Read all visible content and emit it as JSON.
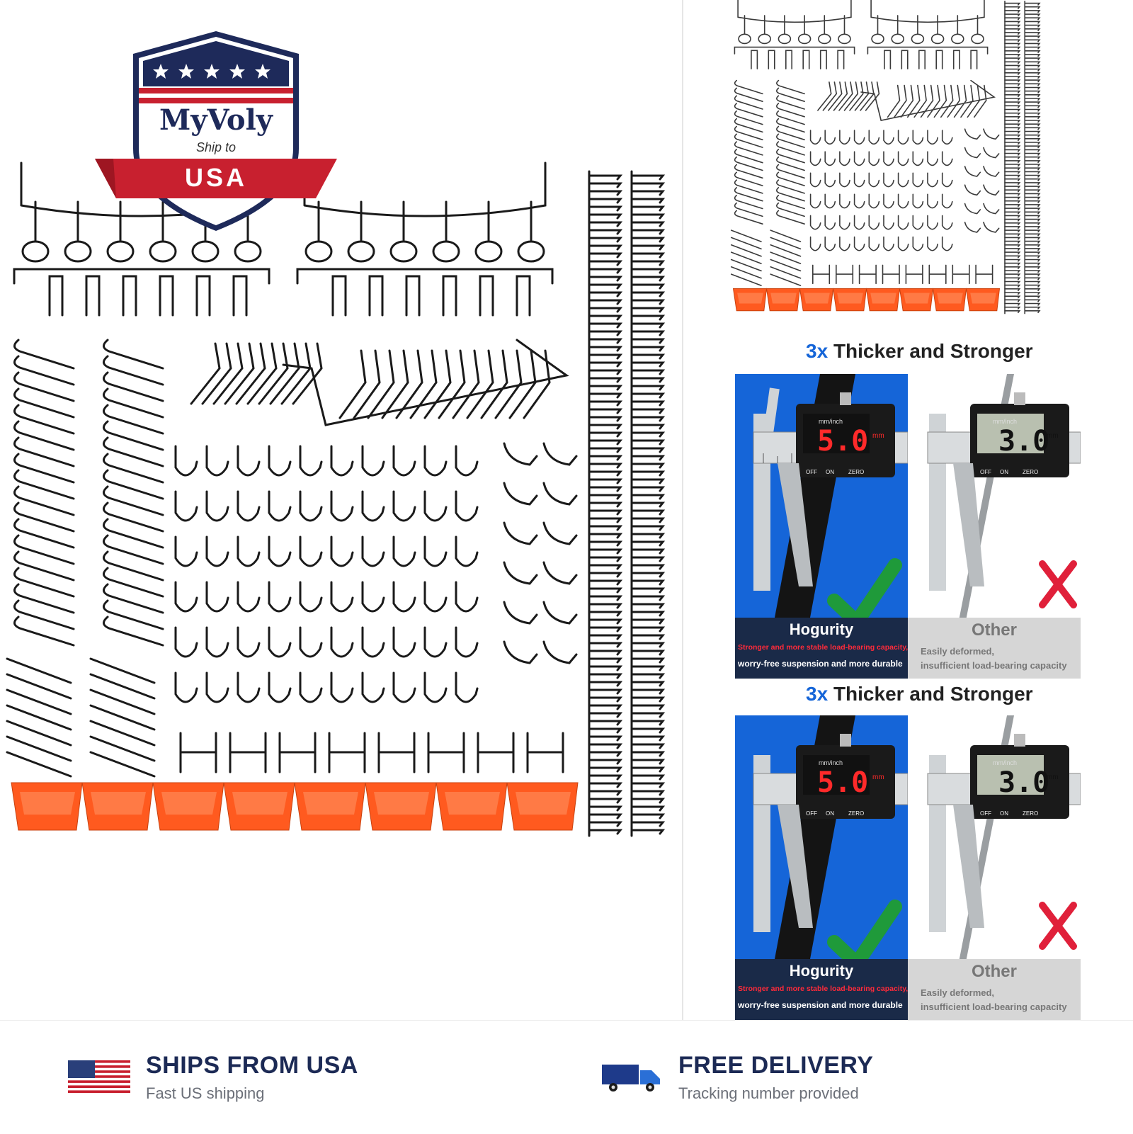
{
  "badge": {
    "brand": "MyVoly",
    "ship_to": "Ship to",
    "country": "USA",
    "colors": {
      "navy": "#1e2a5a",
      "red": "#c8202f",
      "white": "#ffffff"
    }
  },
  "right_panels": [
    {
      "heading_prefix": "3x",
      "heading": "Thicker and Stronger",
      "good": {
        "reading": "5.0",
        "unit": "mm",
        "brand": "Hogurity",
        "claim_red": "Stronger and more stable load-bearing capacity,",
        "claim_white": "worry-free suspension and more durable",
        "mark_icon": "check-icon"
      },
      "bad": {
        "reading": "3.0",
        "unit": "mm",
        "label": "Other",
        "line1": "Easily deformed,",
        "line2": "insufficient load-bearing capacity",
        "mark_icon": "cross-icon"
      }
    },
    {
      "heading_prefix": "3x",
      "heading": "Thicker and Stronger",
      "good": {
        "reading": "5.0",
        "unit": "mm",
        "brand": "Hogurity",
        "claim_red": "Stronger and more stable load-bearing capacity,",
        "claim_white": "worry-free suspension and more durable",
        "mark_icon": "check-icon"
      },
      "bad": {
        "reading": "3.0",
        "unit": "mm",
        "label": "Other",
        "line1": "Easily deformed,",
        "line2": "insufficient load-bearing capacity",
        "mark_icon": "cross-icon"
      }
    }
  ],
  "caliper_labels": {
    "units": "mm/inch",
    "off": "OFF",
    "on": "ON",
    "zero": "ZERO"
  },
  "footer": [
    {
      "icon": "us-flag-icon",
      "title": "SHIPS FROM USA",
      "subtitle": "Fast US shipping"
    },
    {
      "icon": "delivery-truck-icon",
      "title": "FREE DELIVERY",
      "subtitle": "Tracking number provided"
    }
  ],
  "colors": {
    "bin_orange": "#ff5a1f",
    "panel_blue": "#1565d8",
    "check_green": "#1f9a3a",
    "cross_red": "#e0203a",
    "footer_navy": "#1c2a55"
  }
}
